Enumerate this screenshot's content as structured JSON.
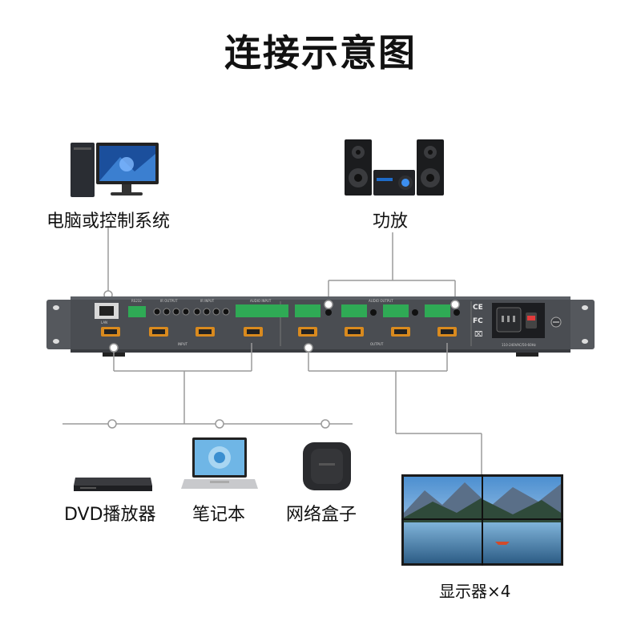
{
  "title": "连接示意图",
  "devices": {
    "pc": "电脑或控制系统",
    "amplifier": "功放",
    "dvd": "DVD播放器",
    "laptop": "笔记本",
    "network_box": "网络盒子",
    "display": "显示器×4"
  },
  "panel_text": {
    "input": "INPUT",
    "output": "OUTPUT",
    "ir_output": "IR OUTPUT",
    "ir_input": "IR INPUT",
    "rs232": "RS232",
    "audio_input": "AUDIO INPUT",
    "audio_output": "AUDIO OUTPUT",
    "lan": "LAN",
    "fc": "FC",
    "ce": "CE",
    "power": "110-240VAC/50-60Hz"
  },
  "colors": {
    "line": "#9a9a9a",
    "panel": "#4a4d52",
    "panel_dark": "#2f3236",
    "terminal_green": "#2faa55",
    "hdmi_port": "#d98a1e"
  }
}
